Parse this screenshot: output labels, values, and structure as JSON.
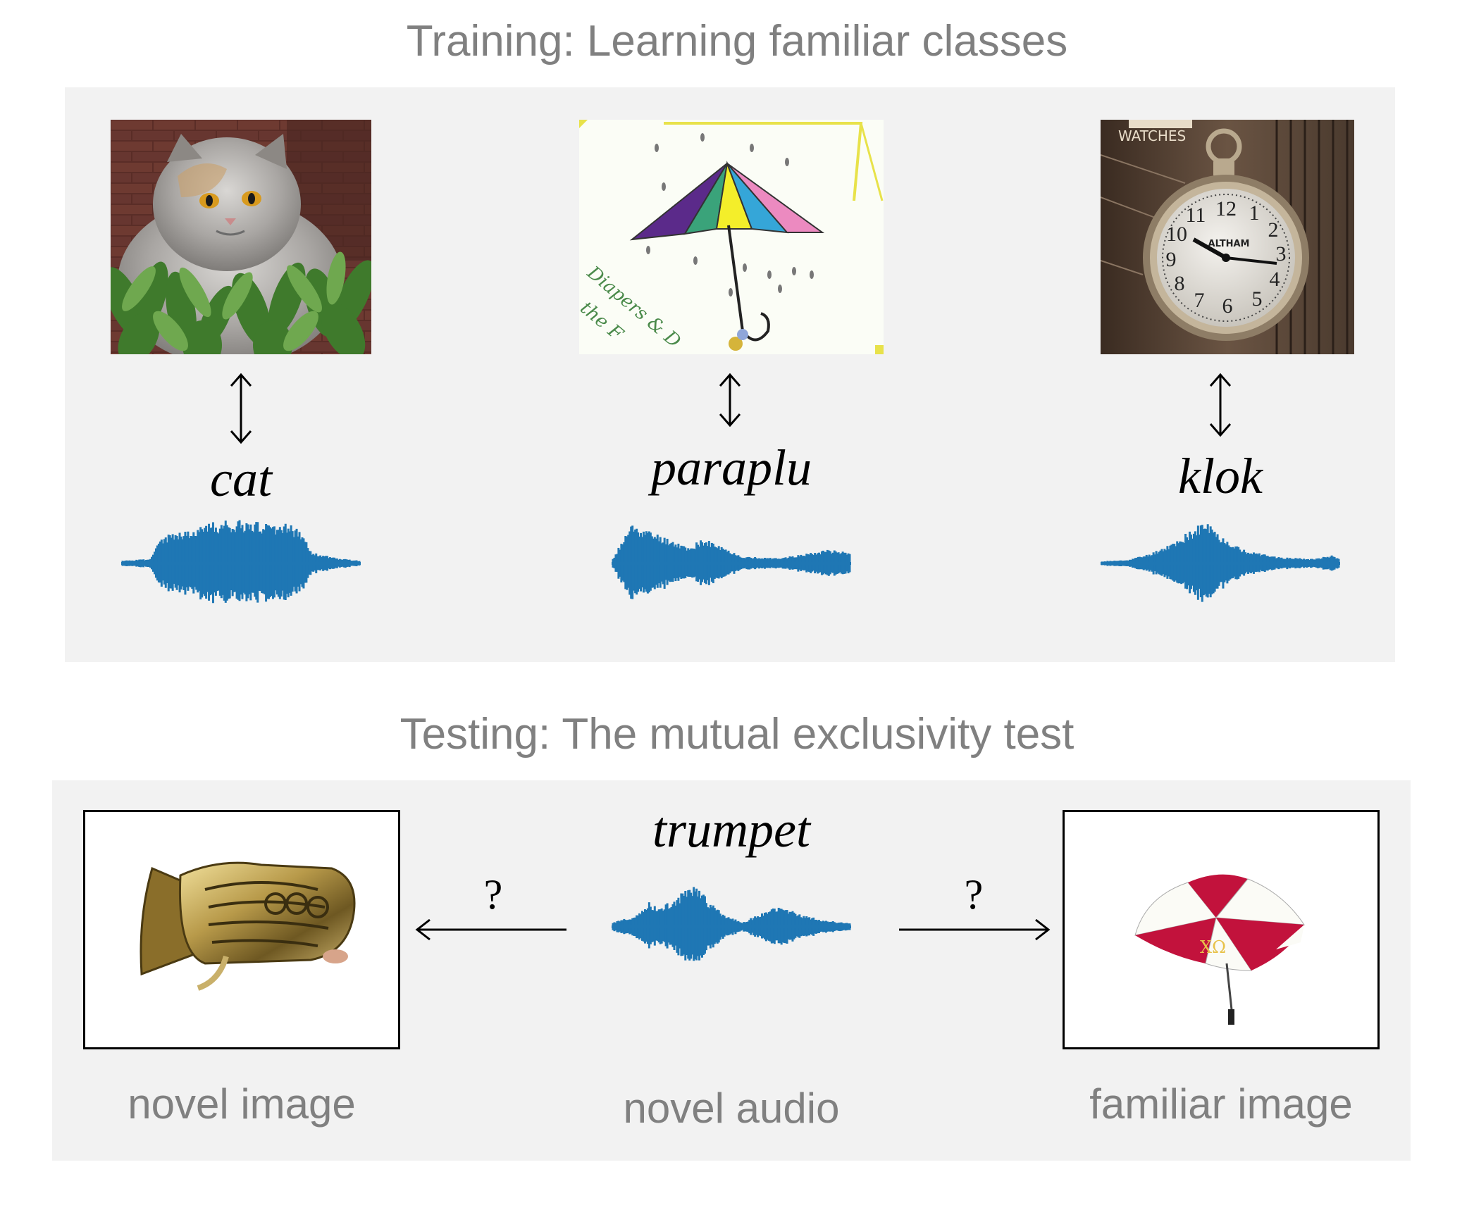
{
  "training": {
    "title": "Training: Learning familiar classes",
    "items": [
      {
        "word": "cat",
        "image": "cat-photo"
      },
      {
        "word": "paraplu",
        "image": "umbrella-drawing"
      },
      {
        "word": "klok",
        "image": "clock-photo",
        "image_text": {
          "sign": "WATCHES",
          "brand": "ALTHAM"
        }
      }
    ]
  },
  "testing": {
    "title": "Testing: The mutual exclusivity test",
    "word": "trumpet",
    "question_left": "?",
    "question_right": "?",
    "captions": {
      "novel_image": "novel image",
      "novel_audio": "novel audio",
      "familiar_image": "familiar image"
    },
    "familiar_image_text": "XΩ"
  },
  "colors": {
    "panel": "#f2f2f2",
    "waveform": "#1f77b4",
    "heading_text": "#808080"
  }
}
